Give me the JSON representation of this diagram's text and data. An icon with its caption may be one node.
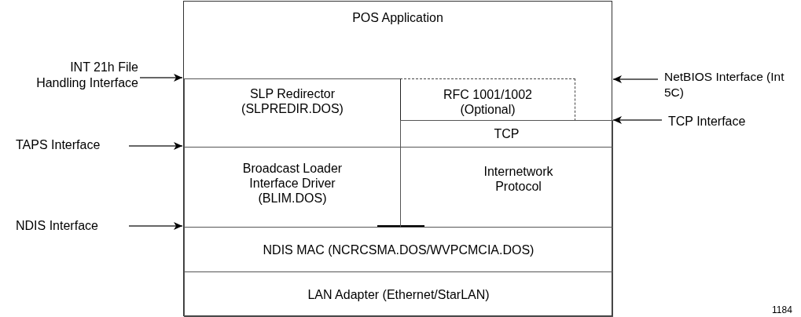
{
  "diagram": {
    "nodes": [
      {
        "text": [
          "POS Application"
        ]
      },
      {
        "text": [
          "SLP Redirector (SLPREDIR.DOS)"
        ],
        "in": 0
      },
      {
        "text": [
          "RFC 1001/1002 (Optional)"
        ],
        "in": 0
      },
      {
        "text": [
          "TCP"
        ],
        "in": 0
      },
      {
        "text": [
          "Broadcast Loader Interface Driver (BLIM.DOS)"
        ],
        "in": 0
      },
      {
        "text": [
          "Internetwork Protocol"
        ],
        "in": 0
      },
      {
        "text": [
          "NDIS MAC (NCRCSMA.DOS/WVPCMCIA.DOS)"
        ],
        "in": 0
      },
      {
        "text": [
          "LAN Adapter (Ethernet/StarLAN)"
        ],
        "in": 0
      },
      {
        "text": [
          "INT 21h File Handling Interface"
        ]
      },
      {
        "text": [
          "TAPS Interface"
        ]
      },
      {
        "text": [
          "NDIS Interface"
        ]
      },
      {
        "text": [
          "NetBIOS Interface (Int 5C)"
        ]
      },
      {
        "text": [
          "TCP Interface"
        ]
      }
    ],
    "edges": [
      {
        "from": 8,
        "to": 1,
        "arrow": "to"
      },
      {
        "from": 9,
        "to": 4,
        "arrow": "to"
      },
      {
        "from": 10,
        "to": 6,
        "arrow": "to"
      },
      {
        "from": 11,
        "to": 0,
        "arrow": "to"
      },
      {
        "from": 12,
        "to": 3,
        "arrow": "to"
      }
    ],
    "labels": [
      "1184"
    ]
  }
}
